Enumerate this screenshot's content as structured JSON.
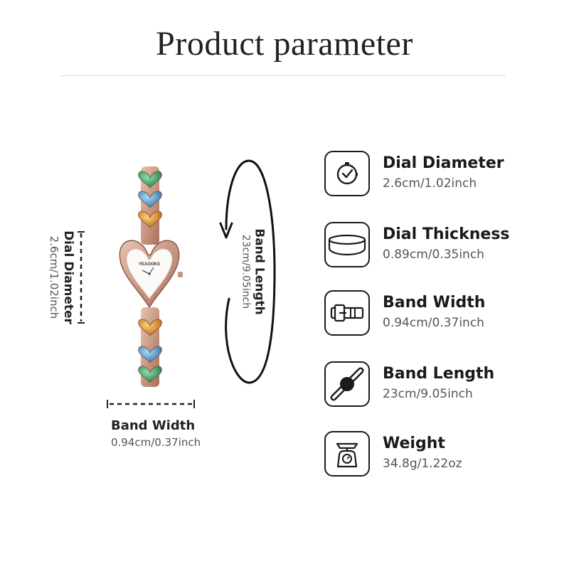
{
  "header": {
    "title": "Product parameter"
  },
  "watch_image": {
    "brand_text": "YEAOOKS",
    "icon": "heart-watch-image",
    "colors": {
      "rose_gold": "#c9937a",
      "green": "#2f9a5a",
      "blue": "#3a8fc8",
      "amber": "#d98c1e"
    }
  },
  "annotations": {
    "dial": {
      "label": "Dial Diameter",
      "value": "2.6cm/1.02inch"
    },
    "band_width": {
      "label": "Band Width",
      "value": "0.94cm/0.37inch"
    },
    "band_length": {
      "label": "Band Length",
      "value": "23cm/9.05inch"
    }
  },
  "specs": [
    {
      "label": "Dial Diameter",
      "value": "2.6cm/1.02inch",
      "icon": "clock-icon"
    },
    {
      "label": "Dial Thickness",
      "value": "0.89cm/0.35inch",
      "icon": "cylinder-icon"
    },
    {
      "label": "Band Width",
      "value": "0.94cm/0.37inch",
      "icon": "buckle-icon"
    },
    {
      "label": "Band Length",
      "value": "23cm/9.05inch",
      "icon": "strap-icon"
    },
    {
      "label": "Weight",
      "value": "34.8g/1.22oz",
      "icon": "scale-icon"
    }
  ]
}
